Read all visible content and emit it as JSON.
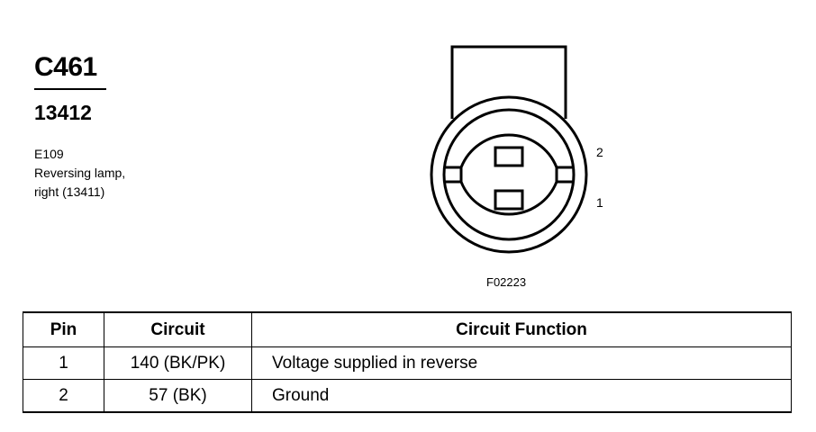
{
  "connector": {
    "id": "C461",
    "part_number": "13412",
    "description_lines": [
      "E109",
      "Reversing lamp,",
      "right (13411)"
    ]
  },
  "diagram": {
    "pin_labels": [
      "2",
      "1"
    ],
    "figure_id": "F02223"
  },
  "table": {
    "headers": [
      "Pin",
      "Circuit",
      "Circuit Function"
    ],
    "rows": [
      {
        "pin": "1",
        "circuit": "140 (BK/PK)",
        "function": "Voltage supplied in reverse"
      },
      {
        "pin": "2",
        "circuit": "57 (BK)",
        "function": "Ground"
      }
    ]
  }
}
